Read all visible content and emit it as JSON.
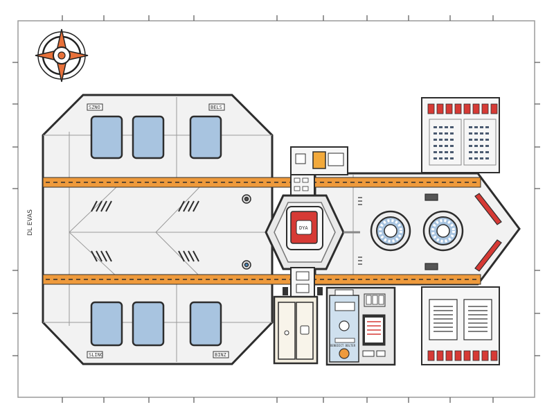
{
  "sheet": {
    "side_label": "DL EVAS",
    "label_top_left": "SZNO",
    "label_top_right": "BELS",
    "label_bot_left": "SLINO",
    "label_bot_right": "BINZ",
    "center_pod_label": "DYA",
    "panel_caption": "BENEDICT BOLTER"
  },
  "colors": {
    "hull_fill": "#f2f2f2",
    "hull_stroke": "#2d2d2d",
    "stripe": "#ee9a3c",
    "window": "#a8c4e0",
    "accent_red": "#d63a35",
    "accent_blue": "#4f92cc",
    "panel_blue": "#cfe0ee",
    "cabinet": "#f3eee0"
  },
  "icons": {
    "compass": "compass-rose-icon",
    "engine": "turbine-icon"
  }
}
